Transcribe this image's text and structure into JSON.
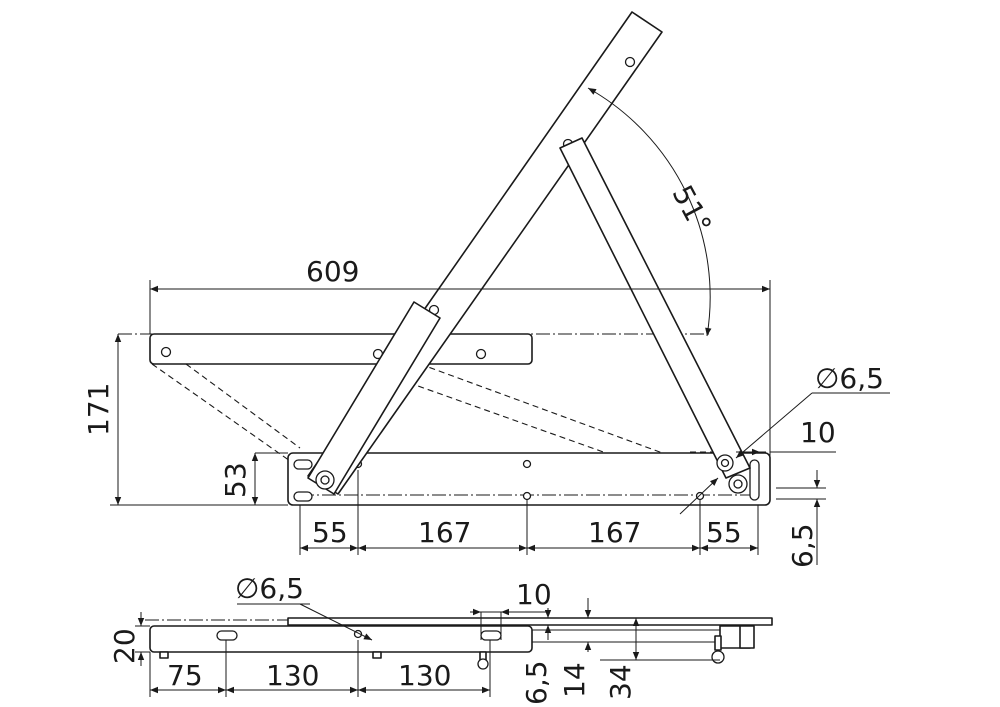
{
  "dimensions": {
    "length_total": "609",
    "height_total": "171",
    "base_height": "53",
    "angle": "51°",
    "hole_diameter_top": "∅6,5",
    "offset_10_top": "10",
    "thickness_6_5_side": "6,5",
    "spacing_55_left": "55",
    "spacing_167_left": "167",
    "spacing_167_right": "167",
    "spacing_55_right": "55",
    "height_20": "20",
    "hole_diameter_bottom": "∅6,5",
    "offset_10_bottom": "10",
    "spacing_75": "75",
    "spacing_130_left": "130",
    "spacing_130_right": "130",
    "thickness_6_5_bottom": "6,5",
    "height_14": "14",
    "height_34": "34"
  }
}
